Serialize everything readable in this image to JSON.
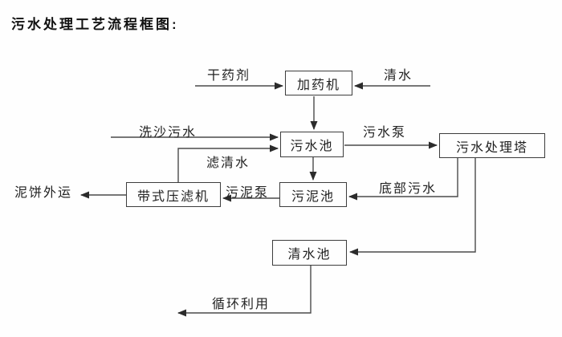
{
  "title": "污水处理工艺流程框图:",
  "nodes": {
    "dosing_machine": "加药机",
    "sewage_pool": "污水池",
    "treatment_tower": "污水处理塔",
    "belt_filter_press": "带式压滤机",
    "sludge_pool": "污泥池",
    "clean_water_pool": "清水池"
  },
  "flow_labels": {
    "dry_agent": "干药剂",
    "clean_water": "清水",
    "sand_washing_sewage": "洗沙污水",
    "filtered_water": "滤清水",
    "sewage_pump": "污水泵",
    "mud_cake_out": "泥饼外运",
    "sludge_pump": "污泥泵",
    "bottom_sewage": "底部污水",
    "recycle_use": "循环利用"
  },
  "edges": [
    {
      "from": "干药剂",
      "to": "加药机",
      "label": ""
    },
    {
      "from": "清水",
      "to": "加药机",
      "label": ""
    },
    {
      "from": "加药机",
      "to": "污水池",
      "label": ""
    },
    {
      "from": "洗沙污水",
      "to": "污水池",
      "label": ""
    },
    {
      "from": "带式压滤机",
      "to": "污水池",
      "label": "滤清水"
    },
    {
      "from": "污水池",
      "to": "污水处理塔",
      "label": "污水泵"
    },
    {
      "from": "污水池",
      "to": "污泥池",
      "label": ""
    },
    {
      "from": "污泥池",
      "to": "带式压滤机",
      "label": "污泥泵"
    },
    {
      "from": "带式压滤机",
      "to": "泥饼外运",
      "label": ""
    },
    {
      "from": "污水处理塔",
      "to": "污泥池",
      "label": "底部污水"
    },
    {
      "from": "污水处理塔",
      "to": "清水池",
      "label": ""
    },
    {
      "from": "清水池",
      "to": "循环利用",
      "label": ""
    }
  ],
  "colors": {
    "line": "#4a4a4a",
    "box_border": "#3d3d3d",
    "text": "#1f1f1f",
    "background": "#fefefe"
  }
}
